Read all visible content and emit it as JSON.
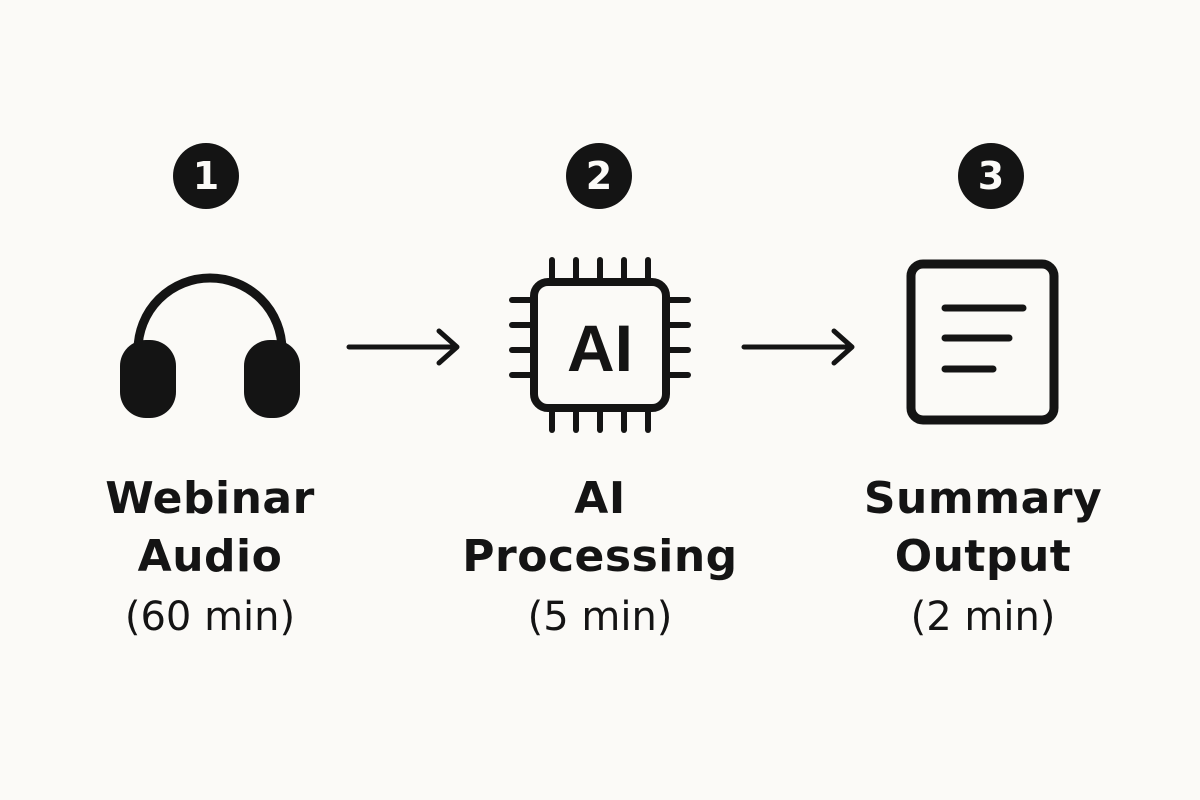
{
  "steps": [
    {
      "number": "1",
      "title_line1": "Webinar",
      "title_line2": "Audio",
      "duration": "(60 min)",
      "icon": "headphones-icon"
    },
    {
      "number": "2",
      "title_line1": "AI",
      "title_line2": "Processing",
      "duration": "(5 min)",
      "icon": "ai-chip-icon",
      "chip_text": "AI"
    },
    {
      "number": "3",
      "title_line1": "Summary",
      "title_line2": "Output",
      "duration": "(2 min)",
      "icon": "document-icon"
    }
  ],
  "colors": {
    "background": "#fbfaf7",
    "ink": "#141414"
  }
}
